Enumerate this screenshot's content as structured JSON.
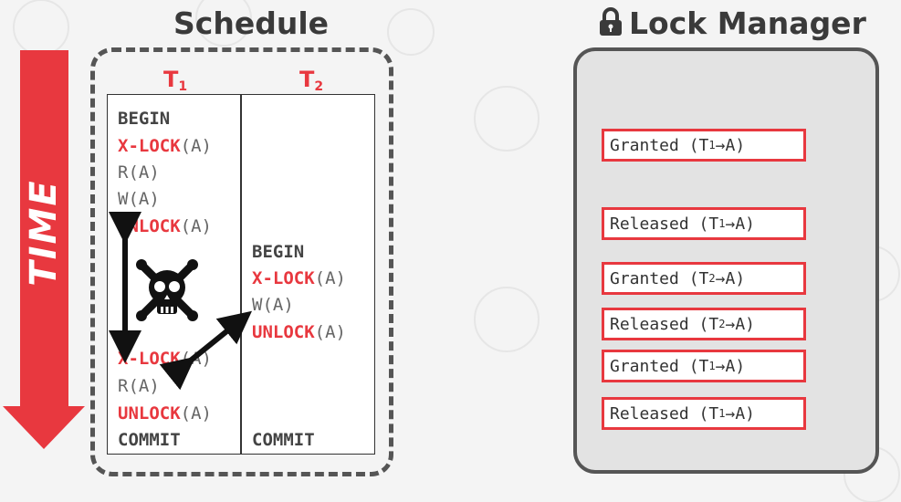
{
  "time_label": "TIME",
  "schedule": {
    "title": "Schedule",
    "t1_header": "T",
    "t1_sub": "1",
    "t2_header": "T",
    "t2_sub": "2",
    "t1_ops": [
      {
        "kw": "",
        "arg": "BEGIN",
        "style": "dark"
      },
      {
        "kw": "X-LOCK",
        "arg": "(A)",
        "style": "lock"
      },
      {
        "kw": "",
        "arg": "R(A)",
        "style": "plain"
      },
      {
        "kw": "",
        "arg": "W(A)",
        "style": "plain"
      },
      {
        "kw": "UNLOCK",
        "arg": "(A)",
        "style": "lock"
      },
      {
        "kw": "X-LOCK",
        "arg": "(A)",
        "style": "lock"
      },
      {
        "kw": "",
        "arg": "R(A)",
        "style": "plain"
      },
      {
        "kw": "UNLOCK",
        "arg": "(A)",
        "style": "lock"
      },
      {
        "kw": "",
        "arg": "COMMIT",
        "style": "dark"
      }
    ],
    "t2_ops": [
      {
        "kw": "",
        "arg": "BEGIN",
        "style": "dark"
      },
      {
        "kw": "X-LOCK",
        "arg": "(A)",
        "style": "lock"
      },
      {
        "kw": "",
        "arg": "W(A)",
        "style": "plain"
      },
      {
        "kw": "UNLOCK",
        "arg": "(A)",
        "style": "lock"
      },
      {
        "kw": "",
        "arg": "COMMIT",
        "style": "dark"
      }
    ]
  },
  "lock_manager": {
    "title": "Lock Manager",
    "entries": [
      {
        "status": "Granted",
        "txn": "T",
        "sub": "1",
        "item": "A"
      },
      {
        "status": "Released",
        "txn": "T",
        "sub": "1",
        "item": "A"
      },
      {
        "status": "Granted",
        "txn": "T",
        "sub": "2",
        "item": "A"
      },
      {
        "status": "Released",
        "txn": "T",
        "sub": "2",
        "item": "A"
      },
      {
        "status": "Granted",
        "txn": "T",
        "sub": "1",
        "item": "A"
      },
      {
        "status": "Released",
        "txn": "T",
        "sub": "1",
        "item": "A"
      }
    ]
  },
  "colors": {
    "accent_red": "#e8383f",
    "dark": "#333333"
  },
  "icons": [
    "lock-icon",
    "skull-crossbones-icon",
    "time-arrow-icon"
  ]
}
